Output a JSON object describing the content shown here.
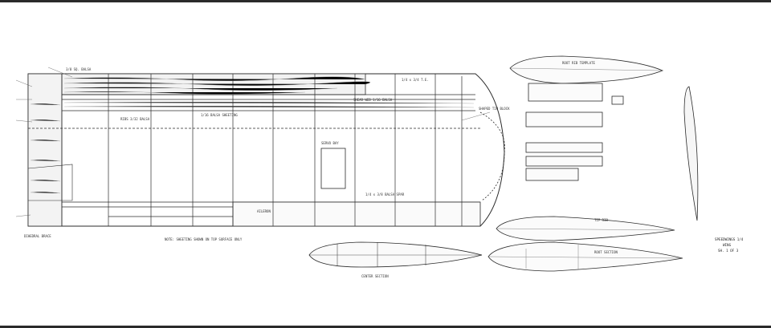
{
  "sheet": {
    "border_color": "#333333",
    "paper_color": "#ffffff",
    "line_color": "#2b2b2b"
  },
  "title_block": {
    "line1": "SPEEDWINGS 1/4",
    "line2": "WING",
    "line3": "SH. 1 OF 3"
  },
  "wing_notes": {
    "top_spar": "3/8 SQ. BALSA",
    "trailing_edge": "1/4 x 3/4 T.E.",
    "rib_note": "RIBS 3/32 BALSA",
    "shear_web": "SHEAR WEB 1/16 BALSA",
    "sheeting": "1/16 BALSA SHEETING",
    "lower_spar": "1/4 x 3/8 BALSA SPAR",
    "wing_tip": "SHAPED TIP BLOCK",
    "aileron": "AILERON",
    "servo": "SERVO BAY",
    "dihedral": "DIHEDRAL BRACE"
  },
  "section_notes": {
    "rib_template": "ROOT RIB TEMPLATE",
    "tip_section": "TIP RIB",
    "root_section": "ROOT SECTION",
    "center_section": "CENTER SECTION"
  },
  "bottom_note": "NOTE: SHEETING SHOWN ON TOP SURFACE ONLY"
}
